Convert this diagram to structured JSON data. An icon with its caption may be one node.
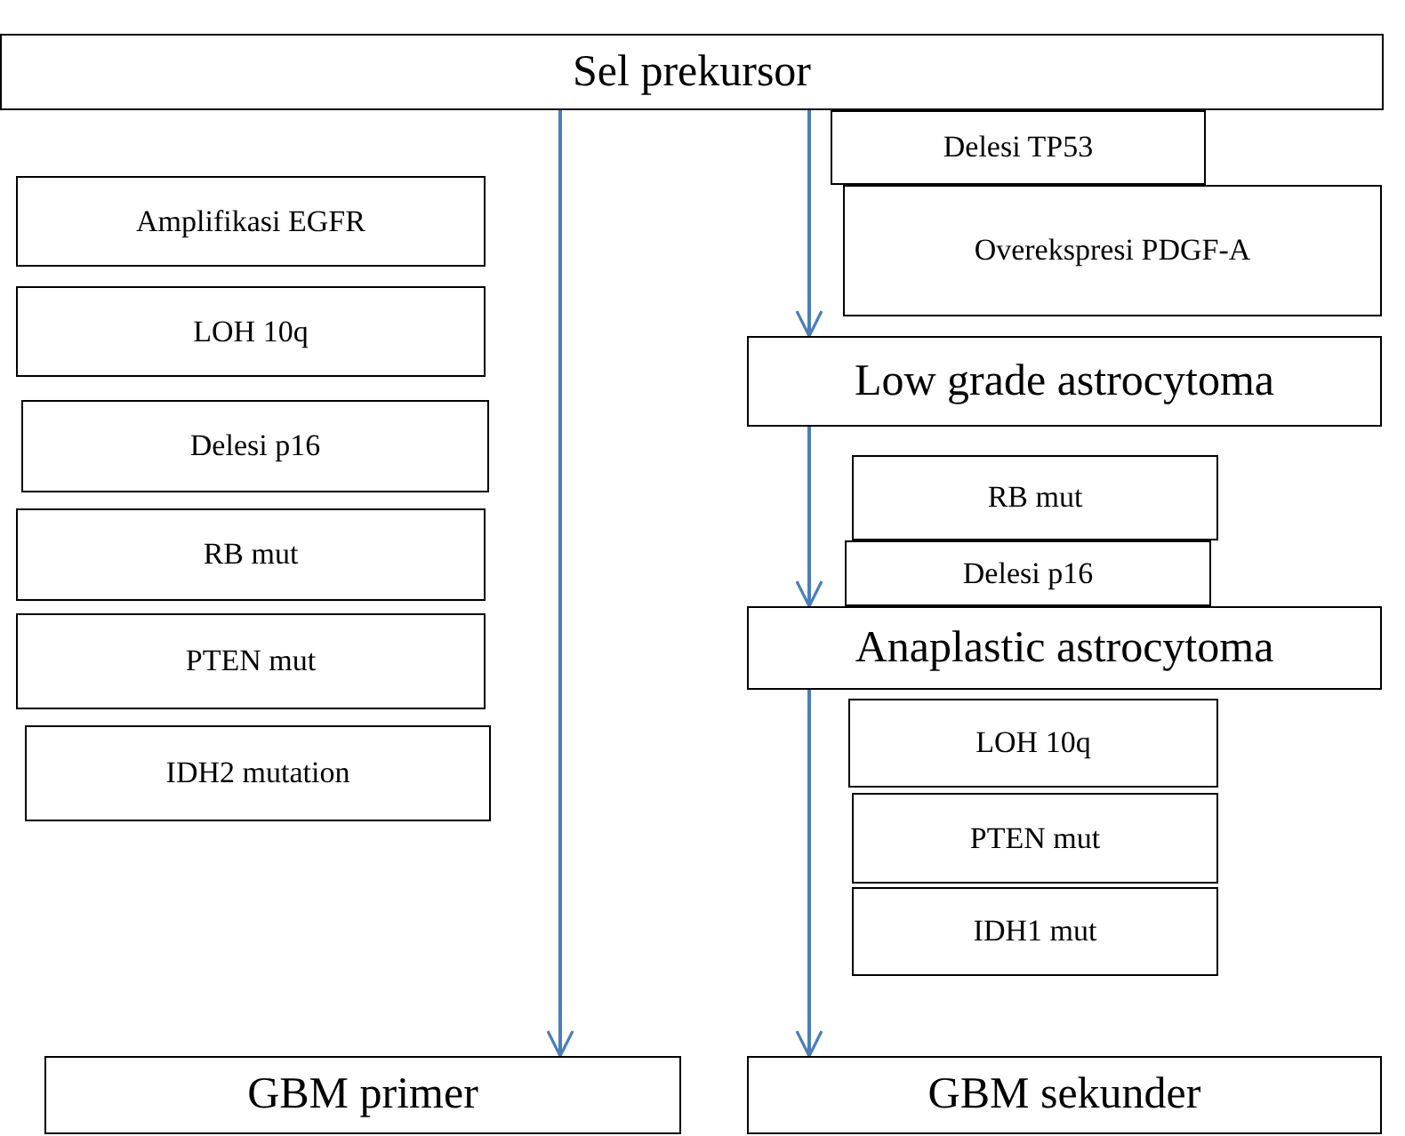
{
  "diagram": {
    "nodes": [
      {
        "text": [
          "Sel prekursor"
        ]
      },
      {
        "text": [
          "Amplifikasi EGFR"
        ]
      },
      {
        "text": [
          "LOH 10q"
        ]
      },
      {
        "text": [
          "Delesi p16"
        ]
      },
      {
        "text": [
          "RB mut"
        ]
      },
      {
        "text": [
          "PTEN mut"
        ]
      },
      {
        "text": [
          "IDH2 mutation"
        ]
      },
      {
        "text": [
          "Delesi TP53"
        ]
      },
      {
        "text": [
          "Overekspresi PDGF-A"
        ]
      },
      {
        "text": [
          "Low grade astrocytoma"
        ]
      },
      {
        "text": [
          "RB mut"
        ]
      },
      {
        "text": [
          "Delesi p16"
        ]
      },
      {
        "text": [
          "Anaplastic astrocytoma"
        ]
      },
      {
        "text": [
          "LOH 10q"
        ]
      },
      {
        "text": [
          "PTEN mut"
        ]
      },
      {
        "text": [
          "IDH1 mut"
        ]
      },
      {
        "text": [
          "GBM primer"
        ]
      },
      {
        "text": [
          "GBM sekunder"
        ]
      }
    ],
    "edges": [
      {
        "from": 0,
        "to": 16,
        "arrow": "to"
      },
      {
        "from": 0,
        "to": 9,
        "arrow": "to"
      },
      {
        "from": 9,
        "to": 12,
        "arrow": "to"
      },
      {
        "from": 12,
        "to": 17,
        "arrow": "to"
      }
    ]
  }
}
